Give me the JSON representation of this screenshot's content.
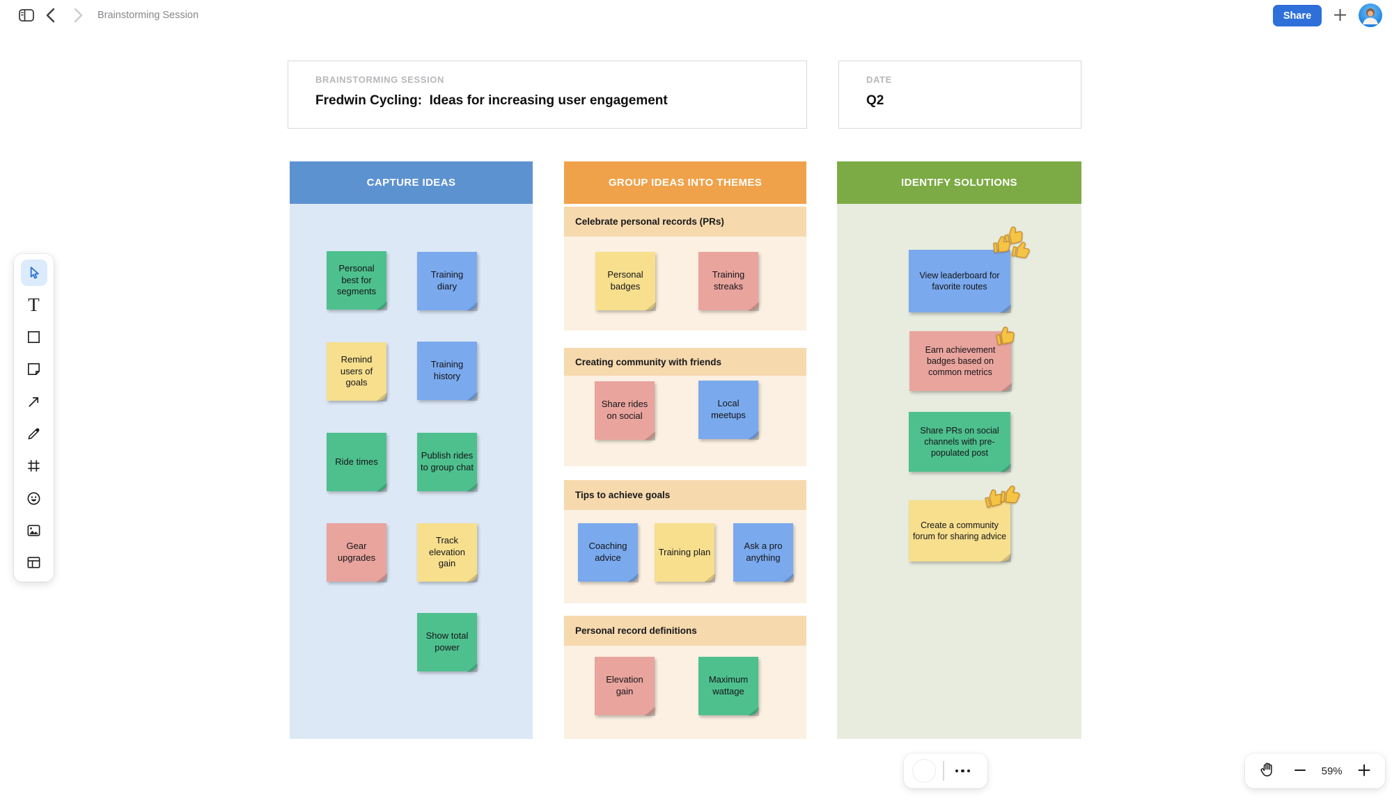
{
  "topbar": {
    "title": "Brainstorming Session",
    "share_label": "Share"
  },
  "cards": {
    "session": {
      "label": "BRAINSTORMING SESSION",
      "title": "Fredwin Cycling:  Ideas for increasing user engagement"
    },
    "date": {
      "label": "DATE",
      "value": "Q2"
    }
  },
  "columns": {
    "capture": {
      "title": "CAPTURE IDEAS",
      "notes": [
        {
          "text": "Personal best for segments",
          "color": "green"
        },
        {
          "text": "Training diary",
          "color": "blue"
        },
        {
          "text": "Remind users of goals",
          "color": "yellow"
        },
        {
          "text": "Training history",
          "color": "blue"
        },
        {
          "text": "Ride times",
          "color": "green"
        },
        {
          "text": "Publish rides to group chat",
          "color": "green"
        },
        {
          "text": "Gear upgrades",
          "color": "pink"
        },
        {
          "text": "Track elevation gain",
          "color": "yellow"
        },
        {
          "text": "Show total power",
          "color": "green"
        }
      ]
    },
    "group": {
      "title": "GROUP IDEAS INTO THEMES",
      "sections": [
        {
          "label": "Celebrate personal records (PRs)",
          "notes": [
            {
              "text": "Personal badges",
              "color": "yellow"
            },
            {
              "text": "Training streaks",
              "color": "pink"
            }
          ]
        },
        {
          "label": "Creating community with friends",
          "notes": [
            {
              "text": "Share rides on social",
              "color": "pink"
            },
            {
              "text": "Local meetups",
              "color": "blue"
            }
          ]
        },
        {
          "label": "Tips to achieve goals",
          "notes": [
            {
              "text": "Coaching advice",
              "color": "blue"
            },
            {
              "text": "Training plan",
              "color": "yellow"
            },
            {
              "text": "Ask a pro anything",
              "color": "blue"
            }
          ]
        },
        {
          "label": "Personal record definitions",
          "notes": [
            {
              "text": "Elevation gain",
              "color": "pink"
            },
            {
              "text": "Maximum wattage",
              "color": "green"
            }
          ]
        }
      ]
    },
    "identify": {
      "title": "IDENTIFY SOLUTIONS",
      "notes": [
        {
          "text": "View leaderboard for favorite routes",
          "color": "blue",
          "thumbs_up_count": 3
        },
        {
          "text": "Earn achievement badges based on common metrics",
          "color": "pink",
          "thumbs_up_count": 1
        },
        {
          "text": "Share PRs on social channels with pre-populated post",
          "color": "green",
          "thumbs_up_count": 0
        },
        {
          "text": "Create a community forum for sharing advice",
          "color": "yellow",
          "thumbs_up_count": 2
        }
      ]
    }
  },
  "toolbar": {
    "tools": [
      "select",
      "text",
      "shape",
      "sticky-note",
      "arrow",
      "pencil",
      "frame",
      "emoji",
      "image",
      "table"
    ],
    "selected_tool": "select"
  },
  "bottom_bar": {
    "zoom_level": "59%"
  },
  "colors": {
    "accent_blue": "#2e6fd9",
    "capture_header": "#5d92d1",
    "capture_body": "#dde8f6",
    "group_header": "#efa24a",
    "group_section_label": "#f6d9ad",
    "group_section_body": "#fbf0e1",
    "identify_header": "#7cab45",
    "identify_body": "#e7ecdf",
    "note_green": "#4ec08e",
    "note_blue": "#7aa9ed",
    "note_yellow": "#f7df8e",
    "note_pink": "#e9a49e"
  },
  "icons": {
    "topbar": [
      "sidebar-toggle-icon",
      "chevron-left-icon",
      "chevron-right-icon",
      "plus-icon"
    ],
    "tool_palette": [
      "cursor-icon",
      "text-icon",
      "square-icon",
      "sticky-note-icon",
      "arrow-icon",
      "pencil-icon",
      "frame-icon",
      "emoji-icon",
      "image-icon",
      "table-icon"
    ],
    "bottom_bar": [
      "circle-icon",
      "ellipsis-icon",
      "hand-icon",
      "minus-icon",
      "plus-icon"
    ],
    "stamps": [
      "thumbs-up-emoji"
    ]
  }
}
